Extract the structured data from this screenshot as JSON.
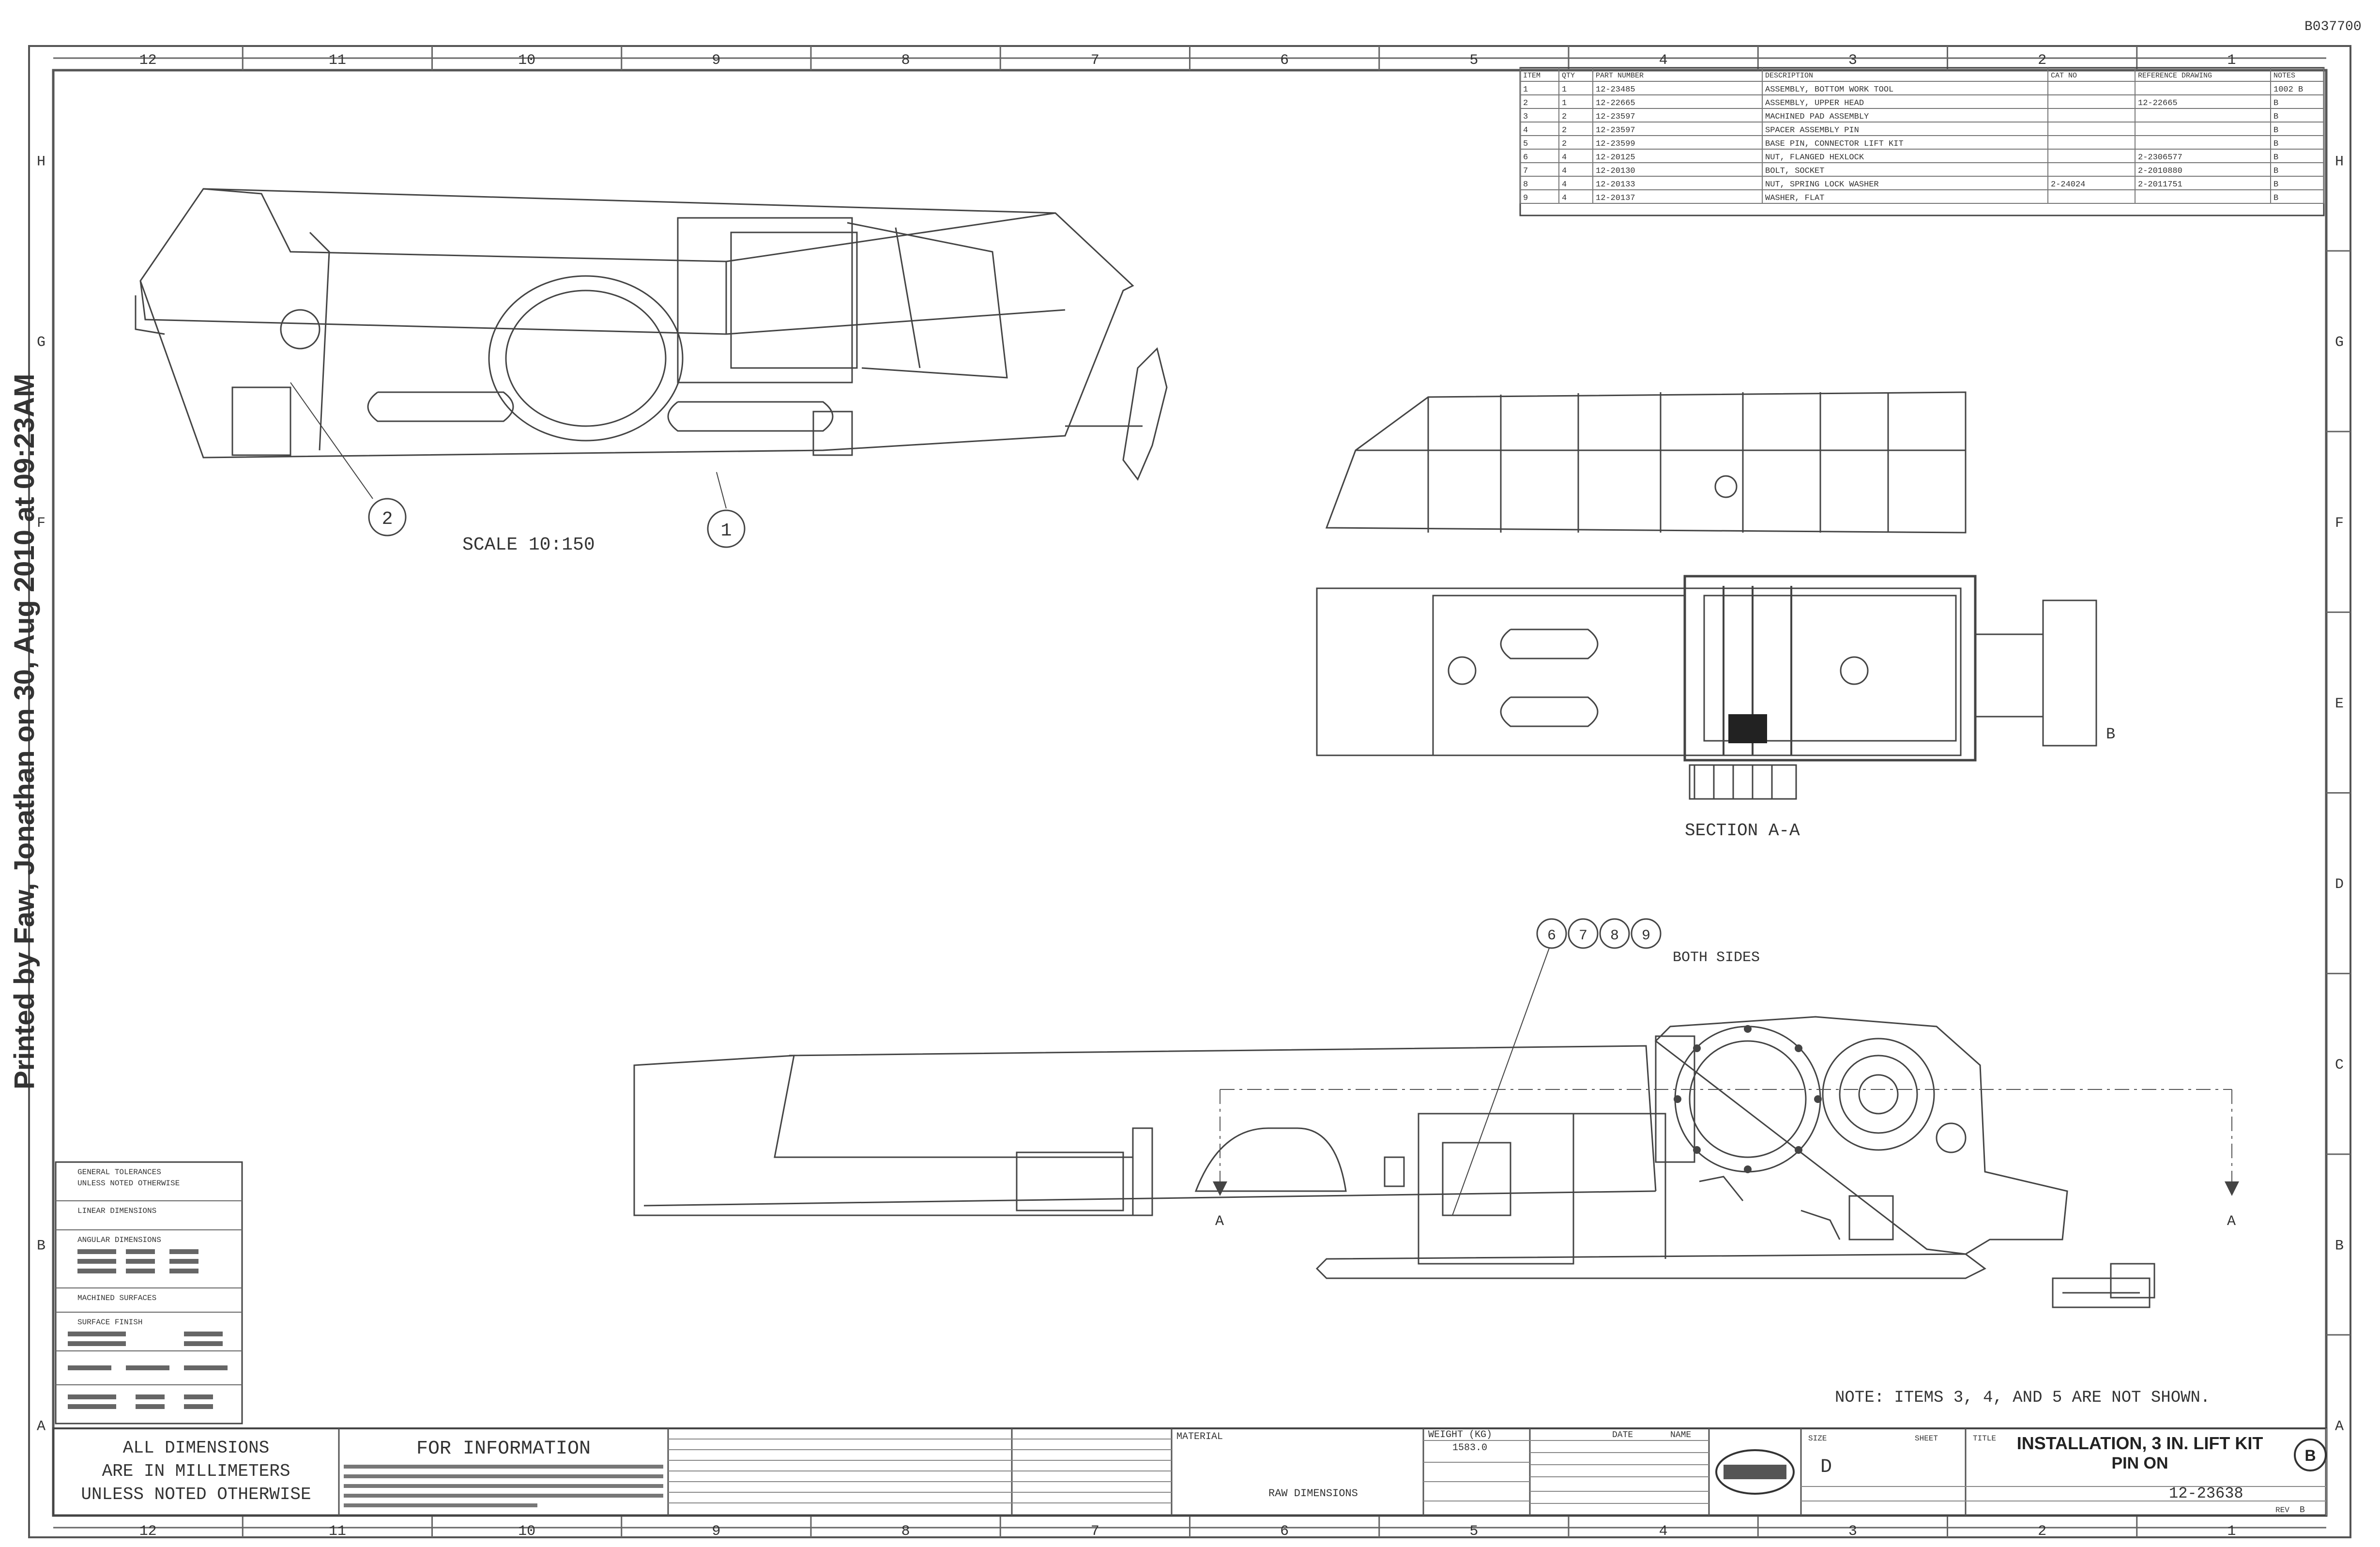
{
  "sheet": {
    "corner_id": "B037700",
    "printed_stamp": "Printed by Faw, Jonathan on 30, Aug 2010 at 09:23AM",
    "zone_numbers": [
      "12",
      "11",
      "10",
      "9",
      "8",
      "7",
      "6",
      "5",
      "4",
      "3",
      "2",
      "1"
    ],
    "zone_letters_right": [
      "H",
      "G",
      "F",
      "E",
      "D",
      "C",
      "B",
      "A"
    ],
    "zone_letters_left": [
      "H",
      "G",
      "F",
      "E",
      "D",
      "C",
      "B",
      "A"
    ]
  },
  "bom": {
    "headers": [
      "ITEM",
      "QTY",
      "PART NUMBER",
      "DESCRIPTION",
      "CAT NO",
      "REFERENCE DRAWING",
      "NOTES"
    ],
    "rows": [
      {
        "item": "1",
        "qty": "1",
        "part": "12-23485",
        "desc": "ASSEMBLY, BOTTOM WORK TOOL",
        "cat": "",
        "ref": "",
        "note": "1002 B"
      },
      {
        "item": "2",
        "qty": "1",
        "part": "12-22665",
        "desc": "ASSEMBLY, UPPER HEAD",
        "cat": "",
        "ref": "12-22665",
        "note": "B"
      },
      {
        "item": "3",
        "qty": "2",
        "part": "12-23597",
        "desc": "MACHINED PAD ASSEMBLY",
        "cat": "",
        "ref": "",
        "note": "B"
      },
      {
        "item": "4",
        "qty": "2",
        "part": "12-23597",
        "desc": "SPACER ASSEMBLY PIN",
        "cat": "",
        "ref": "",
        "note": "B"
      },
      {
        "item": "5",
        "qty": "2",
        "part": "12-23599",
        "desc": "BASE PIN, CONNECTOR LIFT KIT",
        "cat": "",
        "ref": "",
        "note": "B"
      },
      {
        "item": "6",
        "qty": "4",
        "part": "12-20125",
        "desc": "NUT, FLANGED HEXLOCK",
        "cat": "",
        "ref": "2-2306577",
        "note": "B"
      },
      {
        "item": "7",
        "qty": "4",
        "part": "12-20130",
        "desc": "BOLT, SOCKET",
        "cat": "",
        "ref": "2-2010880",
        "note": "B"
      },
      {
        "item": "8",
        "qty": "4",
        "part": "12-20133",
        "desc": "NUT, SPRING LOCK WASHER",
        "cat": "2-24024",
        "ref": "2-2011751",
        "note": "B"
      },
      {
        "item": "9",
        "qty": "4",
        "part": "12-20137",
        "desc": "WASHER, FLAT",
        "cat": "",
        "ref": "",
        "note": "B"
      }
    ]
  },
  "views": {
    "iso_scale": "SCALE  10:150",
    "iso_balloons": [
      "2",
      "1"
    ],
    "section_label": "SECTION  A-A",
    "section_arrow": "B",
    "cut_label": "A",
    "side_balloons": [
      "6",
      "7",
      "8",
      "9"
    ],
    "both_sides": "BOTH SIDES"
  },
  "note_text": "NOTE:  ITEMS 3, 4, AND 5 ARE NOT SHOWN.",
  "tolerance_block": {
    "lines": [
      "GENERAL TOLERANCES",
      "UNLESS NOTED OTHERWISE",
      "LINEAR DIMENSIONS",
      "ANGULAR DIMENSIONS",
      "MACHINED SURFACES",
      "SURFACE FINISH"
    ]
  },
  "title_block": {
    "dimensions_note_1": "ALL DIMENSIONS",
    "dimensions_note_2": "ARE IN MILLIMETERS",
    "dimensions_note_3": "UNLESS NOTED OTHERWISE",
    "for_information": "FOR  INFORMATION",
    "material_label": "MATERIAL",
    "weight_label": "WEIGHT (KG)",
    "weight_value": "1583.0",
    "raw_dimensions": "RAW DIMENSIONS",
    "date_label": "DATE",
    "name_label": "NAME",
    "drawing_title": "INSTALLATION, 3 IN. LIFT KIT",
    "drawing_subtitle": "PIN ON",
    "drawing_number": "12-23638",
    "size_label": "SIZE",
    "size_value": "D",
    "title_label": "TITLE",
    "sheet_label": "SHEET",
    "rev_label": "REV",
    "rev_value": "B"
  }
}
